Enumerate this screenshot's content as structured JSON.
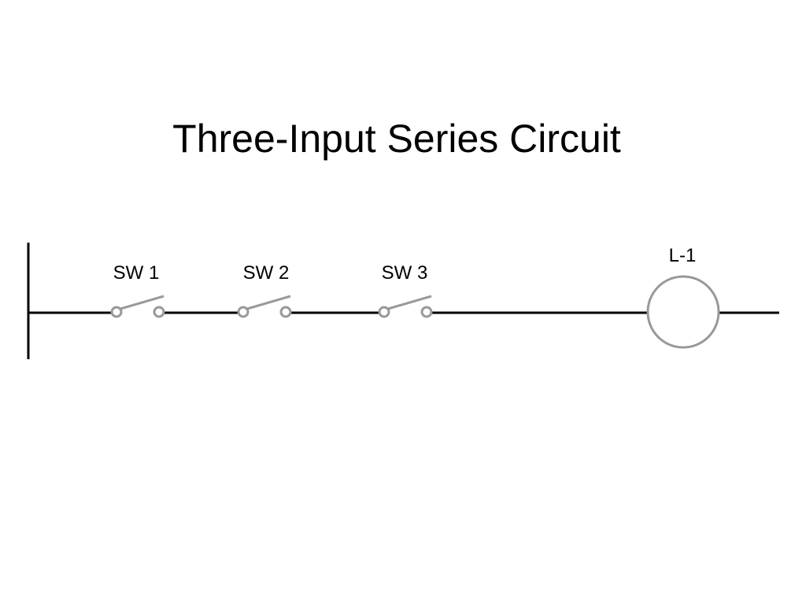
{
  "title": "Three-Input Series Circuit",
  "switches": [
    {
      "label": "SW 1"
    },
    {
      "label": "SW 2"
    },
    {
      "label": "SW 3"
    }
  ],
  "load": {
    "label": "L-1"
  },
  "colors": {
    "wire": "#000000",
    "component": "#999999"
  }
}
